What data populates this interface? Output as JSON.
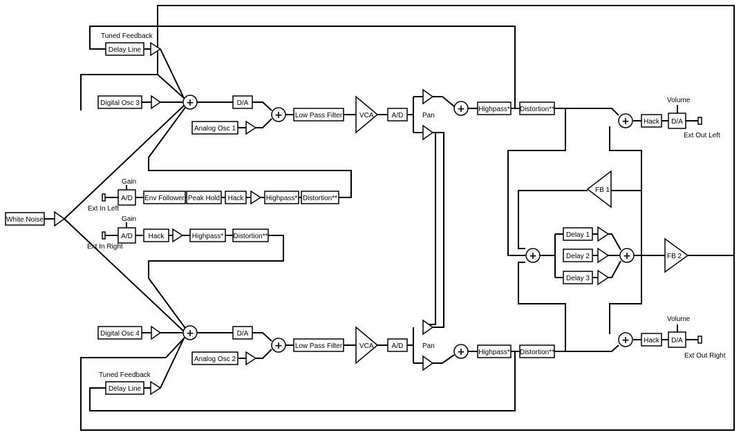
{
  "diagram": {
    "sum_symbol": "+",
    "blocks": {
      "delay_line_top": "Delay Line",
      "delay_line_bot": "Delay Line",
      "digital_osc3": "Digital Osc 3",
      "digital_osc4": "Digital Osc 4",
      "da_top": "D/A",
      "da_bot": "D/A",
      "analog_osc1": "Analog Osc 1",
      "analog_osc2": "Analog Osc 2",
      "lpf_top": "Low Pass Filter",
      "lpf_bot": "Low Pass Filter",
      "ad_top": "A/D",
      "ad_bot": "A/D",
      "highpass_top": "Highpass*",
      "highpass_bot": "Highpass*",
      "distortion_top": "Distortion**",
      "distortion_bot": "Distortion**",
      "hack_out_top": "Hack",
      "hack_out_bot": "Hack",
      "da_out_top": "D/A",
      "da_out_bot": "D/A",
      "white_noise": "White Noise",
      "ad_in_left": "A/D",
      "env_follower": "Env Follower",
      "peak_hold": "Peak Hold",
      "hack_in_left": "Hack",
      "highpass_in_left": "Highpass*",
      "distortion_in_left": "Distortion**",
      "ad_in_right": "A/D",
      "hack_in_right": "Hack",
      "highpass_in_right": "Highpass*",
      "distortion_in_right": "Distortion**",
      "delay1": "Delay 1",
      "delay2": "Delay 2",
      "delay3": "Delay 3"
    },
    "labels": {
      "tuned_feedback_top": "Tuned Feedback",
      "tuned_feedback_bot": "Tuned Feedback",
      "pan_top": "Pan",
      "pan_bot": "Pan",
      "gain_left": "Gain",
      "gain_right": "Gain",
      "ext_in_left": "Ext In Left",
      "ext_in_right": "Ext In Right",
      "volume_top": "Volume",
      "volume_bot": "Volume",
      "ext_out_left": "Ext Out Left",
      "ext_out_right": "Ext Out Right"
    },
    "amplifiers": {
      "vca_top": "VCA",
      "vca_bot": "VCA",
      "fb1": "FB 1",
      "fb2": "FB 2"
    }
  }
}
